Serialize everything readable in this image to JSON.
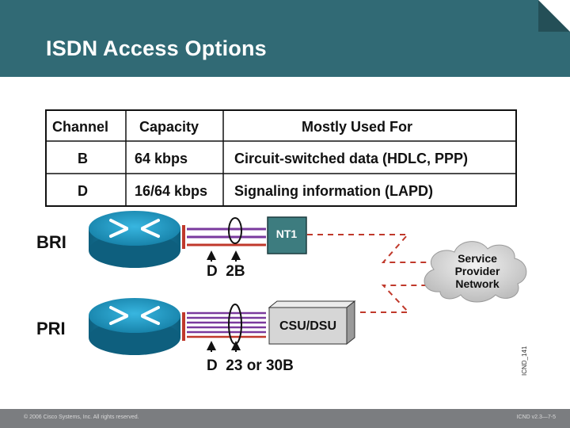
{
  "slide": {
    "title": "ISDN Access Options",
    "footer_left": "© 2006 Cisco Systems, Inc. All rights reserved.",
    "footer_right": "ICND v2.3—7-5",
    "figure_id": "ICND_141"
  },
  "table": {
    "headers": [
      "Channel",
      "Capacity",
      "Mostly Used For"
    ],
    "rows": [
      [
        "B",
        "64 kbps",
        "Circuit-switched data (HDLC, PPP)"
      ],
      [
        "D",
        "16/64 kbps",
        "Signaling information (LAPD)"
      ]
    ]
  },
  "diagram": {
    "bri_label": "BRI",
    "pri_label": "PRI",
    "nt1_label": "NT1",
    "csu_label": "CSU/DSU",
    "bri_channels": "D  2B",
    "pri_channels": "D  23 or 30B",
    "cloud_lines": [
      "Service",
      "Provider",
      "Network"
    ]
  },
  "colors": {
    "header_bg": "#316a75",
    "line_purple": "#7a3a9e",
    "line_red": "#c0392b",
    "router_blue": "#1b8fb8",
    "nt1_fill": "#3d7c7f",
    "csu_fill": "#d6d6d6"
  }
}
